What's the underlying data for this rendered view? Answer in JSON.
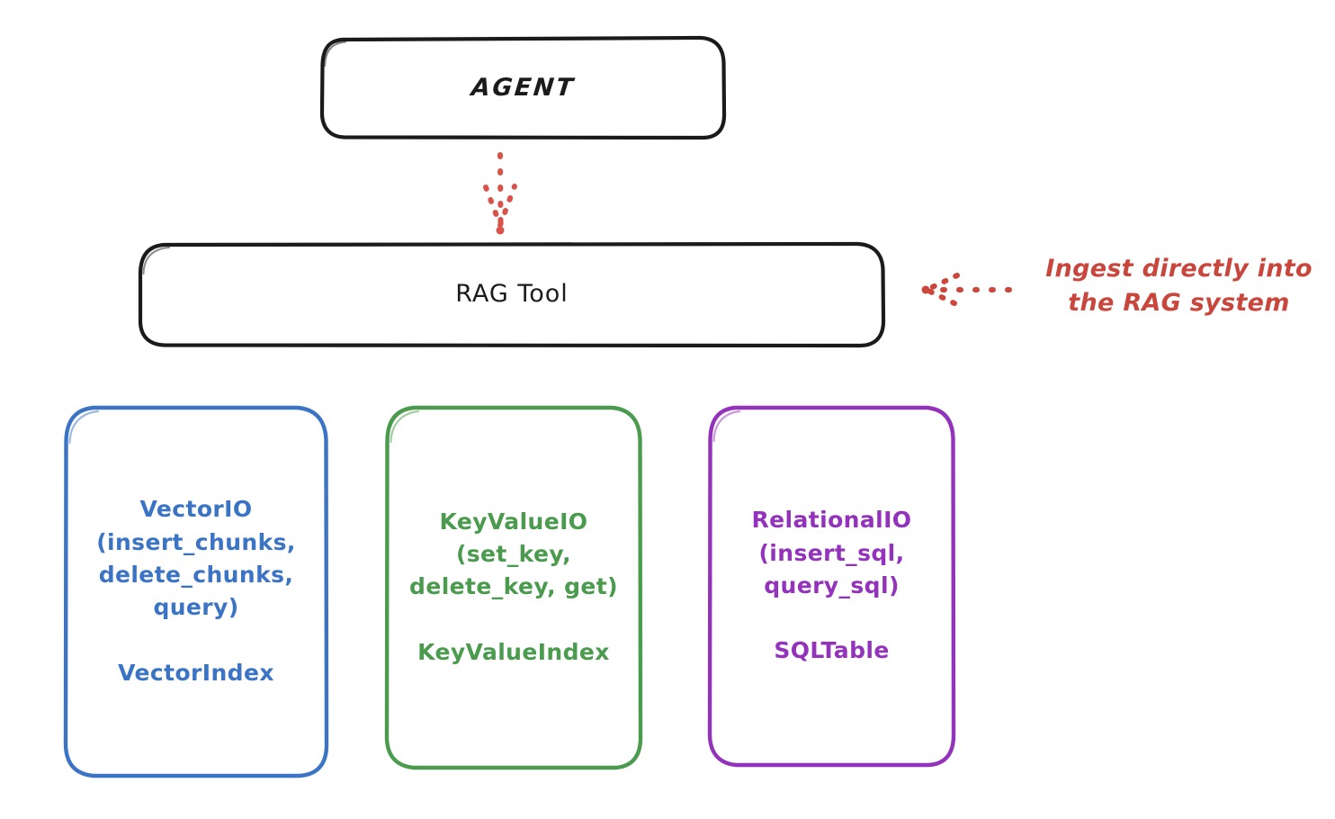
{
  "diagram": {
    "background_color": "#ffffff",
    "nodes": [
      {
        "id": "agent",
        "label": "AGENT",
        "stroke_color": "#1b1b1d"
      },
      {
        "id": "rag_tool",
        "label": "RAG Tool",
        "stroke_color": "#1b1b1d"
      },
      {
        "id": "vector_io",
        "label": "VectorIO\n(insert_chunks,\ndelete_chunks,\nquery)\n\nVectorIndex",
        "stroke_color": "#3b74c4"
      },
      {
        "id": "key_value_io",
        "label": "KeyValueIO\n(set_key,\ndelete_key, get)\n\nKeyValueIndex",
        "stroke_color": "#4a9b4e"
      },
      {
        "id": "relational_io",
        "label": "RelationalIO\n(insert_sql,\nquery_sql)\n\nSQLTable",
        "stroke_color": "#9333bb"
      }
    ],
    "annotations": [
      {
        "id": "ingest_note",
        "text": "Ingest directly into\nthe RAG system",
        "color": "#c9463c"
      }
    ],
    "connectors": [
      {
        "id": "agent-to-rag-tool",
        "style": "dotted",
        "color": "#d9534a",
        "direction": "down",
        "from": "agent",
        "to": "rag_tool"
      },
      {
        "id": "ingest-to-rag-tool",
        "style": "dotted",
        "color": "#cc463c",
        "direction": "left",
        "from": "ingest_note",
        "to": "rag_tool"
      }
    ]
  }
}
